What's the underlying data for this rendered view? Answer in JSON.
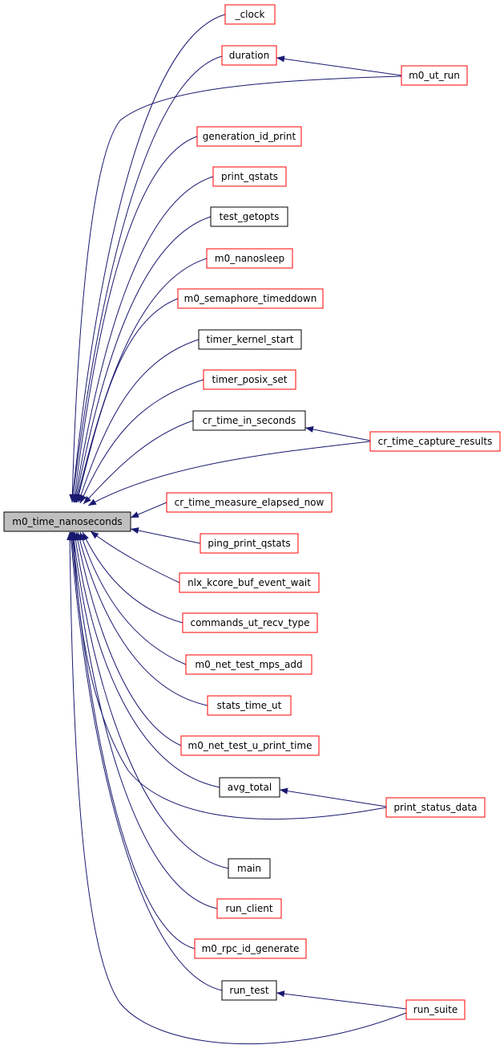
{
  "colors": {
    "edge": "#191970",
    "root_fill": "#bfbfbf",
    "border_black": "#000000",
    "border_red": "#ff0000",
    "node_fill": "#ffffff"
  },
  "root": {
    "id": "root",
    "label": "m0_time_nanoseconds",
    "border": "black"
  },
  "nodes": [
    {
      "id": "clock",
      "label": "_clock",
      "border": "red"
    },
    {
      "id": "duration",
      "label": "duration",
      "border": "red"
    },
    {
      "id": "m0_ut_run",
      "label": "m0_ut_run",
      "border": "red"
    },
    {
      "id": "generation_id_print",
      "label": "generation_id_print",
      "border": "red"
    },
    {
      "id": "print_qstats",
      "label": "print_qstats",
      "border": "red"
    },
    {
      "id": "test_getopts",
      "label": "test_getopts",
      "border": "black"
    },
    {
      "id": "m0_nanosleep",
      "label": "m0_nanosleep",
      "border": "red"
    },
    {
      "id": "m0_semaphore_timeddown",
      "label": "m0_semaphore_timeddown",
      "border": "red"
    },
    {
      "id": "timer_kernel_start",
      "label": "timer_kernel_start",
      "border": "black"
    },
    {
      "id": "timer_posix_set",
      "label": "timer_posix_set",
      "border": "red"
    },
    {
      "id": "cr_time_in_seconds",
      "label": "cr_time_in_seconds",
      "border": "black"
    },
    {
      "id": "cr_time_capture_results",
      "label": "cr_time_capture_results",
      "border": "red"
    },
    {
      "id": "cr_time_measure_elapsed_now",
      "label": "cr_time_measure_elapsed_now",
      "border": "red"
    },
    {
      "id": "ping_print_qstats",
      "label": "ping_print_qstats",
      "border": "red"
    },
    {
      "id": "nlx_kcore_buf_event_wait",
      "label": "nlx_kcore_buf_event_wait",
      "border": "red"
    },
    {
      "id": "commands_ut_recv_type",
      "label": "commands_ut_recv_type",
      "border": "red"
    },
    {
      "id": "m0_net_test_mps_add",
      "label": "m0_net_test_mps_add",
      "border": "red"
    },
    {
      "id": "stats_time_ut",
      "label": "stats_time_ut",
      "border": "red"
    },
    {
      "id": "m0_net_test_u_print_time",
      "label": "m0_net_test_u_print_time",
      "border": "red"
    },
    {
      "id": "avg_total",
      "label": "avg_total",
      "border": "black"
    },
    {
      "id": "print_status_data",
      "label": "print_status_data",
      "border": "red"
    },
    {
      "id": "main",
      "label": "main",
      "border": "black"
    },
    {
      "id": "run_client",
      "label": "run_client",
      "border": "red"
    },
    {
      "id": "m0_rpc_id_generate",
      "label": "m0_rpc_id_generate",
      "border": "red"
    },
    {
      "id": "run_test",
      "label": "run_test",
      "border": "black"
    },
    {
      "id": "run_suite",
      "label": "run_suite",
      "border": "red"
    }
  ],
  "edges": [
    {
      "from": "clock",
      "to": "root"
    },
    {
      "from": "duration",
      "to": "root"
    },
    {
      "from": "m0_ut_run",
      "to": "duration"
    },
    {
      "from": "m0_ut_run",
      "to": "root"
    },
    {
      "from": "generation_id_print",
      "to": "root"
    },
    {
      "from": "print_qstats",
      "to": "root"
    },
    {
      "from": "test_getopts",
      "to": "root"
    },
    {
      "from": "m0_nanosleep",
      "to": "root"
    },
    {
      "from": "m0_semaphore_timeddown",
      "to": "root"
    },
    {
      "from": "timer_kernel_start",
      "to": "root"
    },
    {
      "from": "timer_posix_set",
      "to": "root"
    },
    {
      "from": "cr_time_in_seconds",
      "to": "root"
    },
    {
      "from": "cr_time_capture_results",
      "to": "cr_time_in_seconds"
    },
    {
      "from": "cr_time_capture_results",
      "to": "root"
    },
    {
      "from": "cr_time_measure_elapsed_now",
      "to": "root"
    },
    {
      "from": "ping_print_qstats",
      "to": "root"
    },
    {
      "from": "nlx_kcore_buf_event_wait",
      "to": "root"
    },
    {
      "from": "commands_ut_recv_type",
      "to": "root"
    },
    {
      "from": "m0_net_test_mps_add",
      "to": "root"
    },
    {
      "from": "stats_time_ut",
      "to": "root"
    },
    {
      "from": "m0_net_test_u_print_time",
      "to": "root"
    },
    {
      "from": "avg_total",
      "to": "root"
    },
    {
      "from": "print_status_data",
      "to": "avg_total"
    },
    {
      "from": "print_status_data",
      "to": "root"
    },
    {
      "from": "main",
      "to": "root"
    },
    {
      "from": "run_client",
      "to": "root"
    },
    {
      "from": "m0_rpc_id_generate",
      "to": "root"
    },
    {
      "from": "run_test",
      "to": "root"
    },
    {
      "from": "run_suite",
      "to": "run_test"
    },
    {
      "from": "run_suite",
      "to": "root"
    }
  ]
}
